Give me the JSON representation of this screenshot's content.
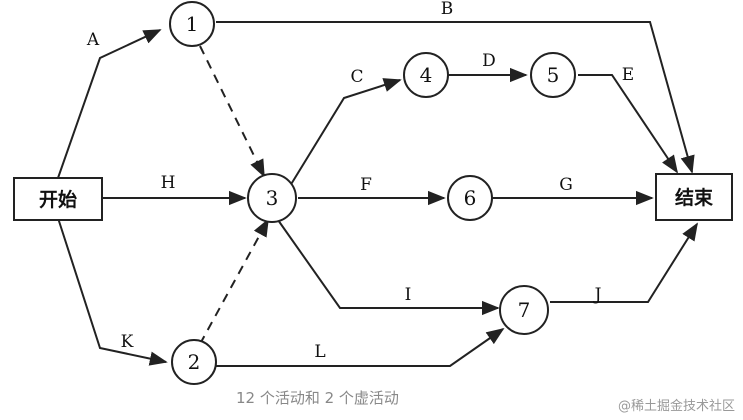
{
  "diagram": {
    "nodes": [
      {
        "id": "start",
        "label": "开始",
        "shape": "box"
      },
      {
        "id": "n1",
        "label": "1",
        "shape": "circle"
      },
      {
        "id": "n2",
        "label": "2",
        "shape": "circle"
      },
      {
        "id": "n3",
        "label": "3",
        "shape": "circle"
      },
      {
        "id": "n4",
        "label": "4",
        "shape": "circle"
      },
      {
        "id": "n5",
        "label": "5",
        "shape": "circle"
      },
      {
        "id": "n6",
        "label": "6",
        "shape": "circle"
      },
      {
        "id": "n7",
        "label": "7",
        "shape": "circle"
      },
      {
        "id": "end",
        "label": "结束",
        "shape": "box"
      }
    ],
    "edges": [
      {
        "id": "A",
        "label": "A",
        "from": "start",
        "to": "n1",
        "style": "solid"
      },
      {
        "id": "B",
        "label": "B",
        "from": "n1",
        "to": "end",
        "style": "solid"
      },
      {
        "id": "H",
        "label": "H",
        "from": "start",
        "to": "n3",
        "style": "solid"
      },
      {
        "id": "K",
        "label": "K",
        "from": "start",
        "to": "n2",
        "style": "solid"
      },
      {
        "id": "L",
        "label": "L",
        "from": "n2",
        "to": "n7",
        "style": "solid"
      },
      {
        "id": "C",
        "label": "C",
        "from": "n3",
        "to": "n4",
        "style": "solid"
      },
      {
        "id": "D",
        "label": "D",
        "from": "n4",
        "to": "n5",
        "style": "solid"
      },
      {
        "id": "E",
        "label": "E",
        "from": "n5",
        "to": "end",
        "style": "solid"
      },
      {
        "id": "F",
        "label": "F",
        "from": "n3",
        "to": "n6",
        "style": "solid"
      },
      {
        "id": "G",
        "label": "G",
        "from": "n6",
        "to": "end",
        "style": "solid"
      },
      {
        "id": "I",
        "label": "I",
        "from": "n3",
        "to": "n7",
        "style": "solid"
      },
      {
        "id": "J",
        "label": "J",
        "from": "n7",
        "to": "end",
        "style": "solid"
      },
      {
        "id": "d13",
        "label": "",
        "from": "n1",
        "to": "n3",
        "style": "dashed"
      },
      {
        "id": "d23",
        "label": "",
        "from": "n2",
        "to": "n3",
        "style": "dashed"
      }
    ],
    "caption": "12 个活动和 2 个虚活动",
    "watermark": "@稀土掘金技术社区"
  }
}
